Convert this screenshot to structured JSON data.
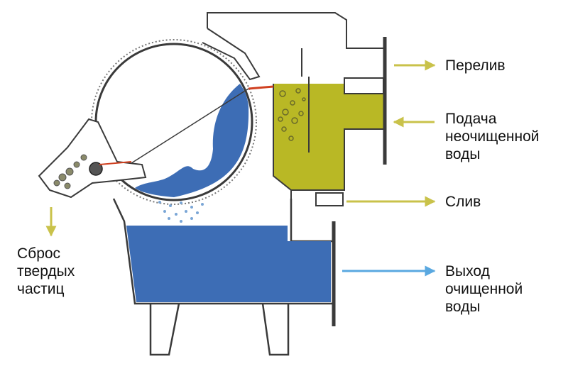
{
  "labels": {
    "overflow": "Перелив",
    "feed": "Подача\nнеочищенной\nводы",
    "drain": "Слив",
    "outlet": "Выход\nочищенной\nводы",
    "solids": "Сброс\nтвердых\nчастиц"
  },
  "colors": {
    "clean_water": "#3d6db5",
    "dirty_water": "#b9b825",
    "outline": "#3a3a3a",
    "arrow_yellow": "#c9c24a",
    "arrow_blue": "#5aa8e0",
    "spray": "#7aa6d6"
  }
}
